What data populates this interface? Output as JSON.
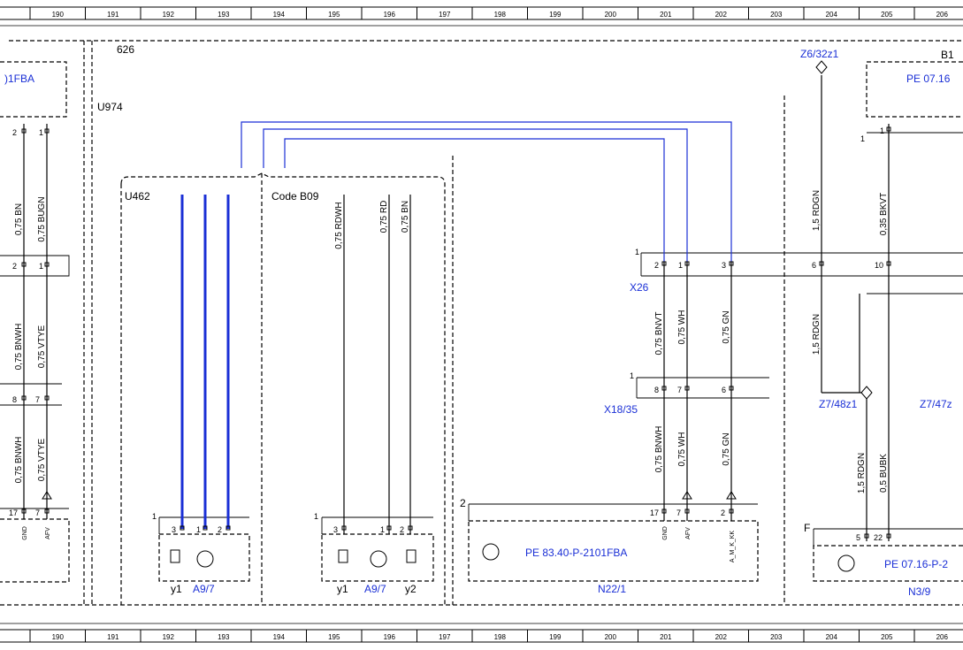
{
  "ruler": [
    "190",
    "191",
    "192",
    "193",
    "194",
    "195",
    "196",
    "197",
    "198",
    "199",
    "200",
    "201",
    "202",
    "203",
    "204",
    "205",
    "206"
  ],
  "components": {
    "left_ref": ")1FBA",
    "u974": "U974",
    "code626": "626",
    "u462": "U462",
    "code_b09": "Code B09",
    "z6": "Z6/32z1",
    "b1": "B1",
    "b1_ref": "PE 07.16",
    "x26": "X26",
    "x18": "X18/35",
    "z7_48": "Z7/48z1",
    "z7_47": "Z7/47z",
    "a97_left": "A9/7",
    "a97_right": "A9/7",
    "y1_left": "y1",
    "y1_right": "y1",
    "y2_right": "y2",
    "n22_ref": "PE 83.40-P-2101FBA",
    "n22": "N22/1",
    "n39_ref": "PE 07.16-P-2",
    "n39": "N3/9",
    "f_label": "F",
    "num2": "2"
  },
  "wires": {
    "l1": "0,75 BN",
    "l2": "0,75 BUGN",
    "l3": "0,75 BNWH",
    "l4": "0,75 VTYE",
    "l5": "0,75 BNWH",
    "l6": "0,75 VTYE",
    "b09_1": "0,75 RDWH",
    "b09_2": "0,75 RD",
    "b09_3": "0,75 BN",
    "x26_a": "0,75 BNVT",
    "x26_b": "0,75 WH",
    "x26_c": "0,75 GN",
    "x18_a": "0,75 BNWH",
    "x18_b": "0,75 WH",
    "x18_c": "0,75 GN",
    "rdgn1": "1,5 RDGN",
    "rdgn2": "1,5 RDGN",
    "rdgn3": "1,5 RDGN",
    "bkvt": "0,35 BKVT",
    "bubk": "0,5 BUBK"
  },
  "pins": {
    "p2": "2",
    "p1": "1",
    "p7": "7",
    "p8": "8",
    "p17": "17",
    "p3": "3",
    "p6": "6",
    "p10": "10",
    "p5": "5",
    "p22": "22"
  },
  "pin_labels": {
    "gnd": "GND",
    "afv": "AFV",
    "amkkk": "A_M_K_KK"
  }
}
